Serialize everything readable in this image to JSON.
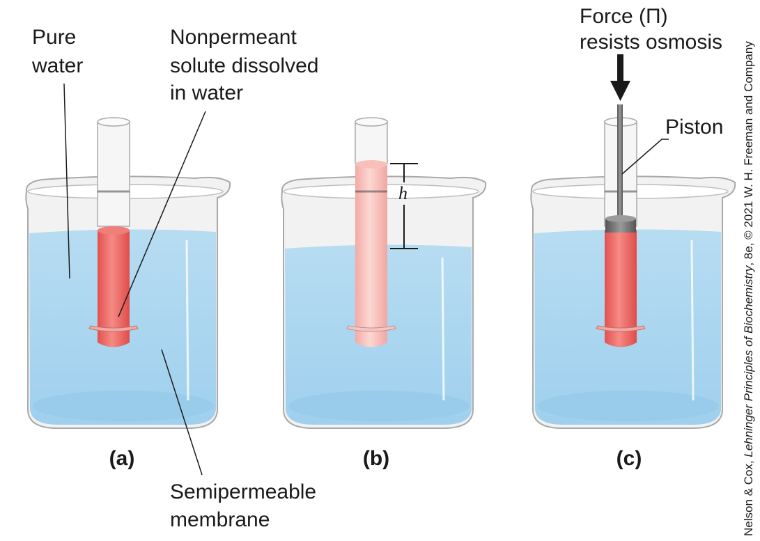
{
  "labels": {
    "pure_water": [
      "Pure",
      "water"
    ],
    "solute": [
      "Nonpermeant",
      "solute dissolved",
      "in water"
    ],
    "membrane": [
      "Semipermeable",
      "membrane"
    ],
    "force": [
      "Force (Π)",
      "resists osmosis"
    ],
    "piston": "Piston",
    "height": "h"
  },
  "panels": [
    "(a)",
    "(b)",
    "(c)"
  ],
  "credit": {
    "authors": "Nelson & Cox, ",
    "book": "Lehninger Principles of Biochemistry",
    "rest": ", 8e, © 2021 W. H. Freeman and Company"
  },
  "colors": {
    "water": "#a9d5ef",
    "solution_concentrated": "#ef6e6a",
    "solution_dilute": "#f9c3bf",
    "glass_stroke": "#a9a9a9",
    "piston": "#6d6d6d"
  }
}
